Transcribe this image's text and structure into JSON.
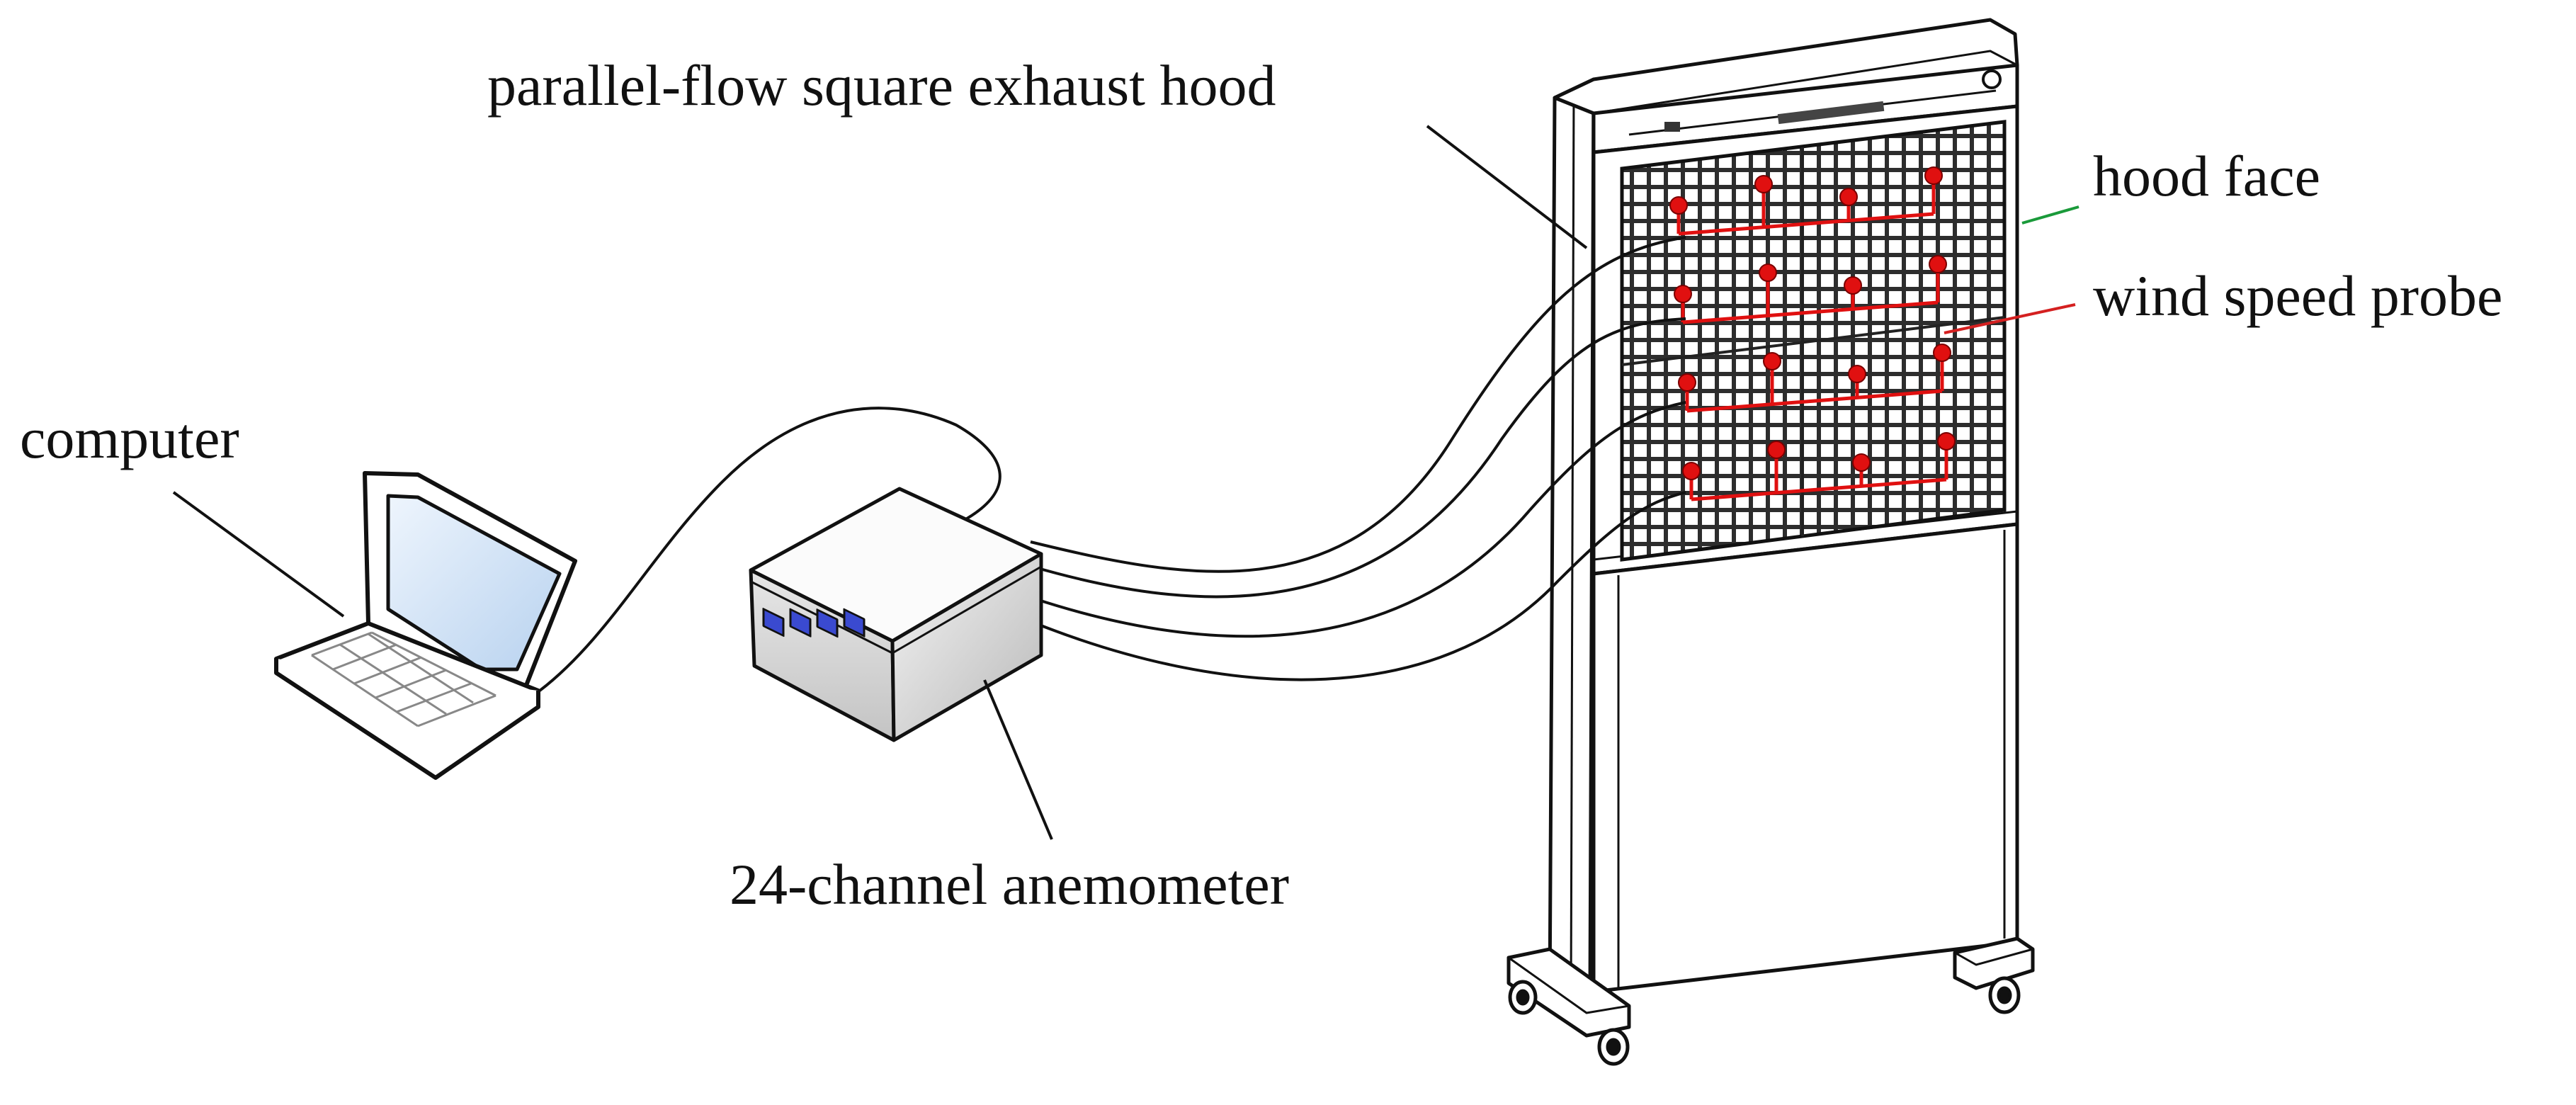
{
  "labels": {
    "hood": "parallel-flow square exhaust hood",
    "hood_face": "hood face",
    "probe": "wind speed probe",
    "computer": "computer",
    "anemometer": "24-channel anemometer"
  },
  "probe_grid": {
    "rows": 4,
    "cols": 4
  },
  "colors": {
    "probe": "#e01010",
    "hood_face_leader": "#1a9a3a",
    "probe_leader": "#d42020",
    "line": "#111111",
    "screen": "#d2e4f7",
    "display": "#3a4ad0",
    "mesh": "#3a3a3a"
  }
}
